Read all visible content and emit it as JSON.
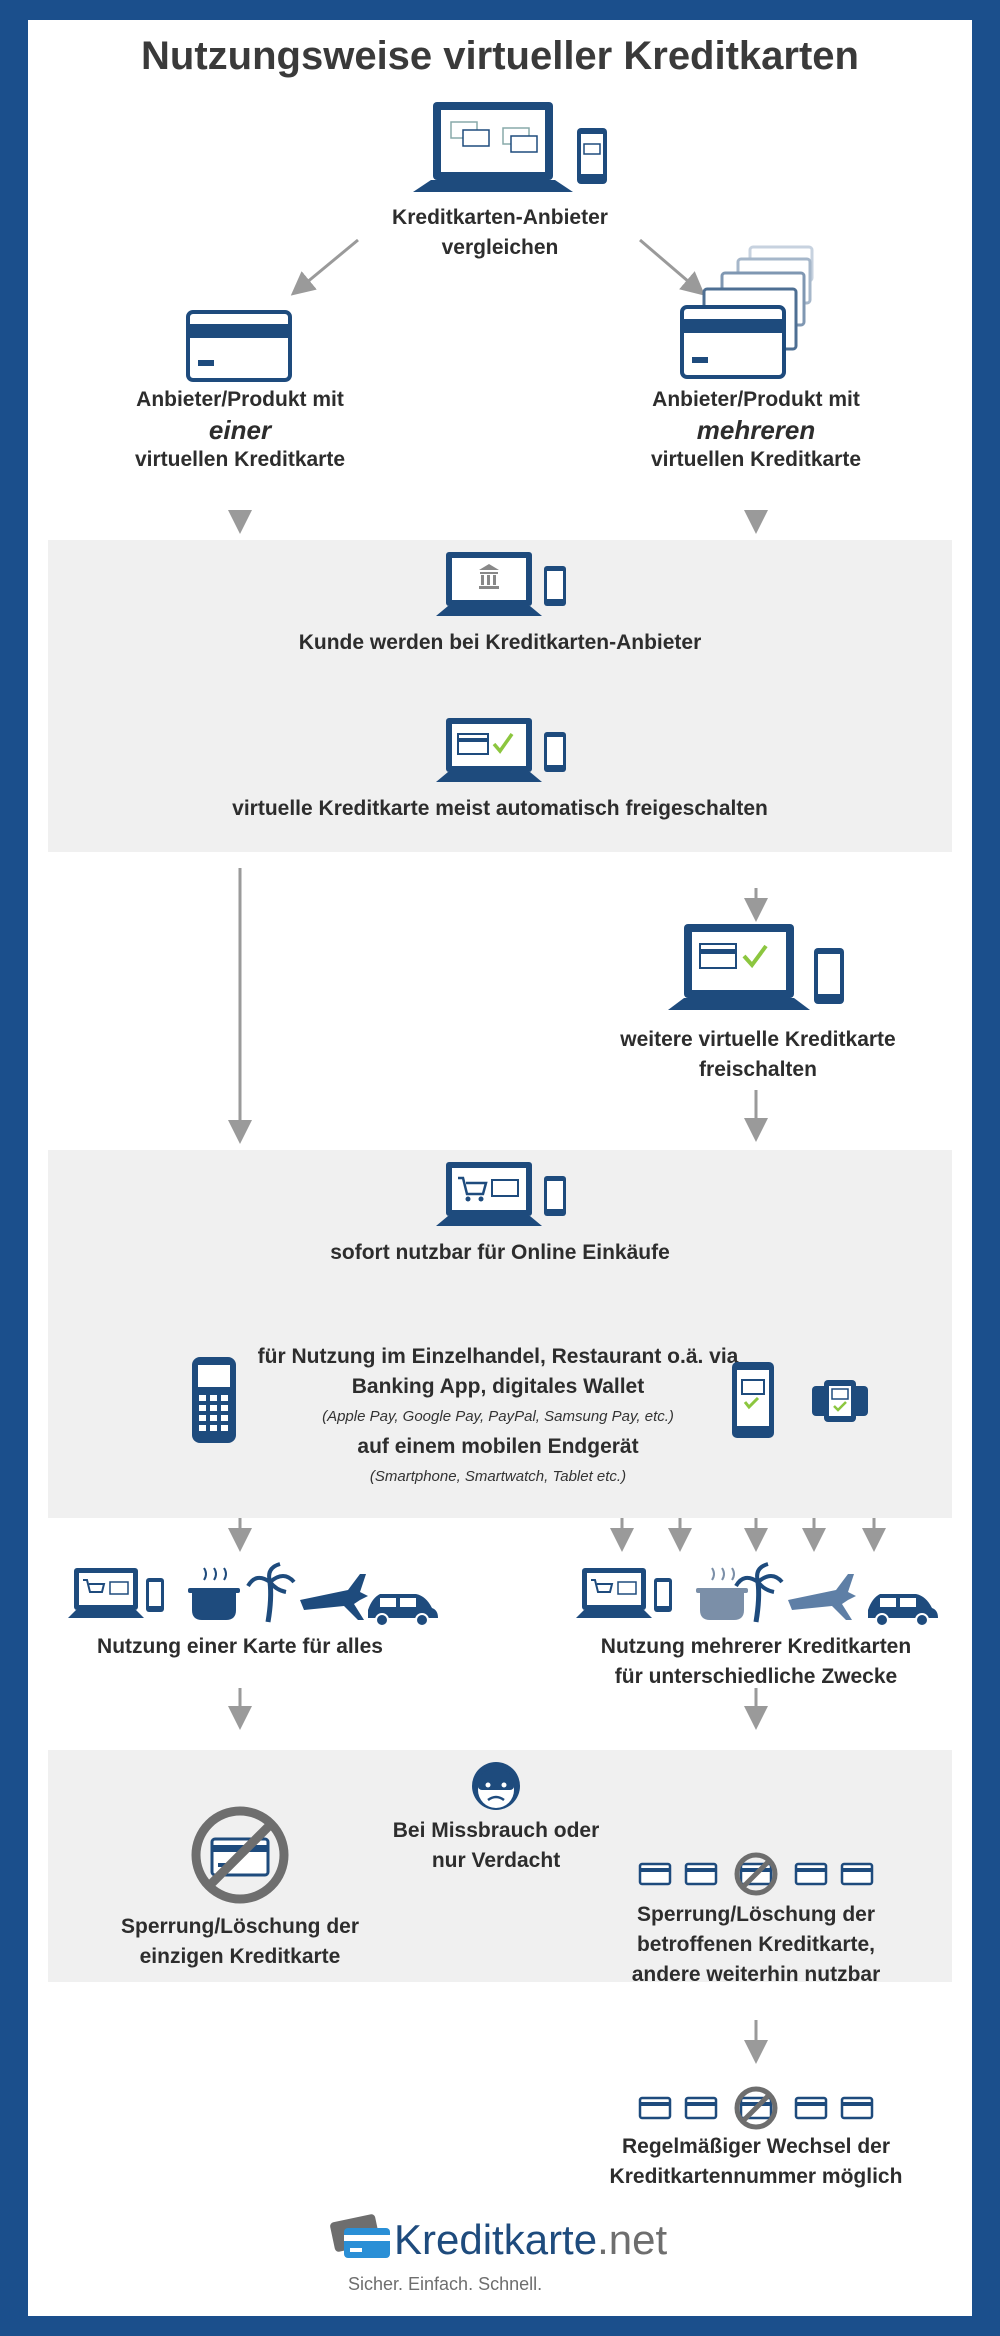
{
  "title": "Nutzungsweise virtueller Kreditkarten",
  "step_compare": {
    "line1": "Kreditkarten-Anbieter",
    "line2": "vergleichen"
  },
  "left_product": {
    "line1": "Anbieter/Produkt mit",
    "emphasis": "einer",
    "line3": "virtuellen Kreditkarte"
  },
  "right_product": {
    "line1": "Anbieter/Produkt mit",
    "emphasis": "mehreren",
    "line3": "virtuellen Kreditkarte"
  },
  "box1": {
    "customer": "Kunde werden bei Kreditkarten-Anbieter",
    "activate": "virtuelle Kreditkarte meist automatisch freigeschalten"
  },
  "more_cards": {
    "line1": "weitere virtuelle Kreditkarte",
    "line2": "freischalten"
  },
  "box2": {
    "online": "sofort nutzbar für Online Einkäufe",
    "retail_line1": "für Nutzung im Einzelhandel, Restaurant o.ä. via",
    "retail_line2": "Banking App, digitales Wallet",
    "retail_note": "(Apple Pay, Google Pay, PayPal, Samsung Pay, etc.)",
    "retail_line3": "auf einem mobilen Endgerät",
    "device_note": "(Smartphone, Smartwatch, Tablet etc.)"
  },
  "use_left": "Nutzung einer Karte für alles",
  "use_right": {
    "line1": "Nutzung mehrerer Kreditkarten",
    "line2": "für unterschiedliche Zwecke"
  },
  "box3": {
    "misuse_line1": "Bei Missbrauch oder",
    "misuse_line2": "nur Verdacht",
    "left_line1": "Sperrung/Löschung der",
    "left_line2": "einzigen Kreditkarte",
    "right_line1": "Sperrung/Löschung der",
    "right_line2": "betroffenen Kreditkarte,",
    "right_line3": "andere weiterhin nutzbar"
  },
  "rotation": {
    "line1": "Regelmäßiger Wechsel der",
    "line2": "Kreditkartennummer möglich"
  },
  "logo": {
    "brand": "Kreditkarte",
    "tld": ".net",
    "slogan": "Sicher. Einfach. Schnell."
  },
  "colors": {
    "frame": "#1b4f8c",
    "icon": "#1e4b7d",
    "arrow": "#9a9a9a",
    "box": "#f0f0f0",
    "check": "#8cc63f"
  }
}
